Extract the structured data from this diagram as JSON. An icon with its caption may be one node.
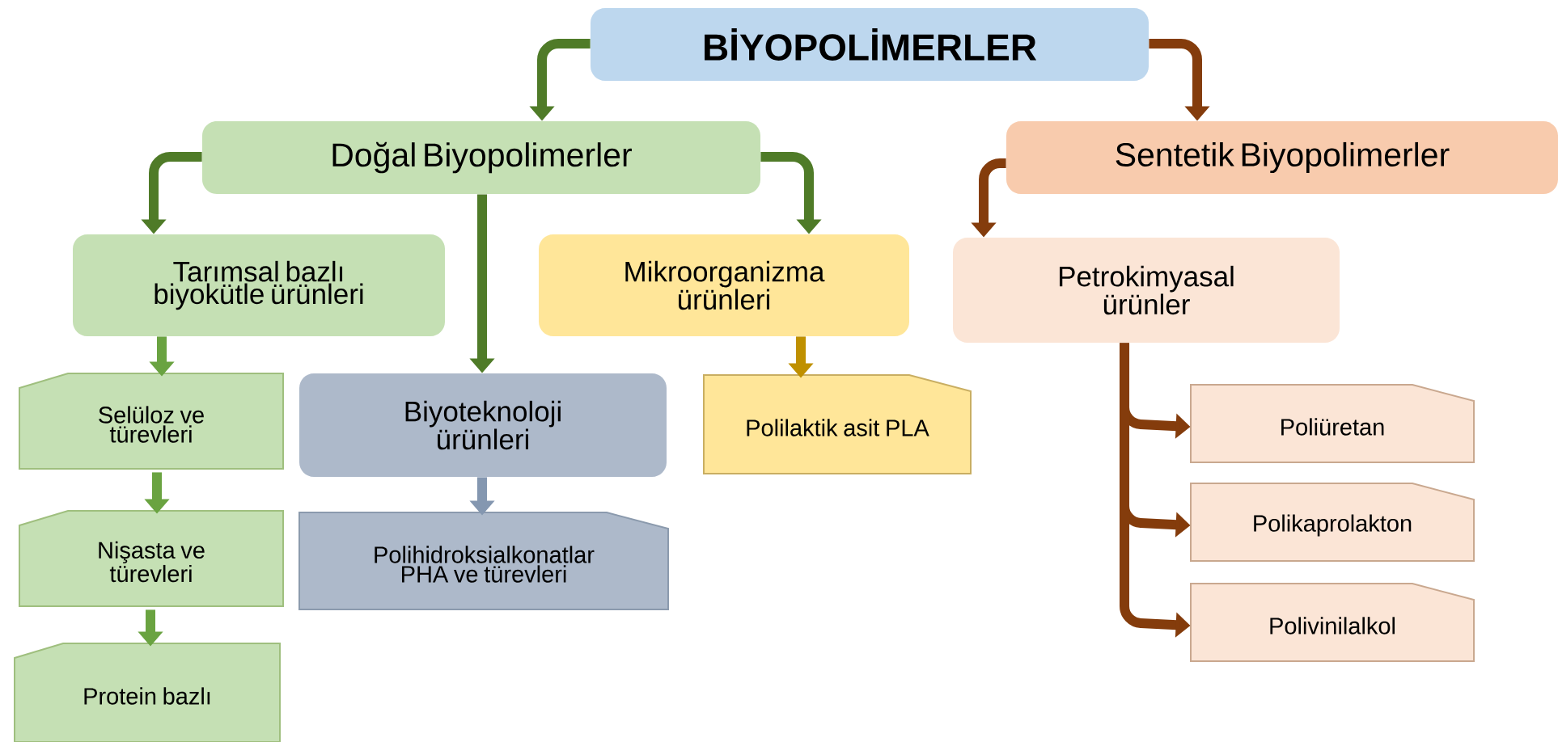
{
  "diagram": {
    "nodes": [
      {
        "text": [
          "BİYOPOLİMERLER"
        ]
      },
      {
        "text": [
          "Doğal Biyopolimerler"
        ]
      },
      {
        "text": [
          "Sentetik Biyopolimerler"
        ]
      },
      {
        "text": [
          "Tarımsal bazlı biyokütle ürünleri"
        ]
      },
      {
        "text": [
          "Mikroorganizma ürünleri"
        ]
      },
      {
        "text": [
          "Petrokimyasal ürünler"
        ]
      },
      {
        "text": [
          "Selüloz ve türevleri"
        ]
      },
      {
        "text": [
          "Biyoteknoloji ürünleri"
        ]
      },
      {
        "text": [
          "Polilaktik asit PLA"
        ]
      },
      {
        "text": [
          "Nişasta ve türevleri"
        ]
      },
      {
        "text": [
          "Polihidroksialkonatlar PHA ve türevleri"
        ]
      },
      {
        "text": [
          "Poliüretan"
        ]
      },
      {
        "text": [
          "Polikaprolakton"
        ]
      },
      {
        "text": [
          "Polivinilalkol"
        ]
      },
      {
        "text": [
          "Protein bazlı"
        ]
      }
    ],
    "edges": [
      {
        "from": 0,
        "to": 1,
        "arrow": "to",
        "color": "#4f7b28"
      },
      {
        "from": 0,
        "to": 2,
        "arrow": "to"
      },
      {
        "from": 1,
        "to": 3,
        "arrow": "to",
        "color": "#4f7b28"
      },
      {
        "from": 1,
        "to": 7,
        "arrow": "to",
        "color": "#4f7b28"
      },
      {
        "from": 1,
        "to": 4,
        "arrow": "to",
        "color": "#4f7b28"
      },
      {
        "from": 2,
        "to": 5,
        "arrow": "to"
      },
      {
        "from": 3,
        "to": 6,
        "arrow": "to",
        "color": "#6aa341"
      },
      {
        "from": 6,
        "to": 9,
        "arrow": "to",
        "color": "#6aa341"
      },
      {
        "from": 9,
        "to": 14,
        "arrow": "to",
        "color": "#6aa341"
      },
      {
        "from": 7,
        "to": 10,
        "arrow": "to",
        "color": "#8497b0"
      },
      {
        "from": 4,
        "to": 8,
        "arrow": "to",
        "color": "#bf9000"
      },
      {
        "from": 5,
        "to": 11,
        "arrow": "to"
      },
      {
        "from": 5,
        "to": 12,
        "arrow": "to"
      },
      {
        "from": 5,
        "to": 13,
        "arrow": "to"
      }
    ]
  }
}
